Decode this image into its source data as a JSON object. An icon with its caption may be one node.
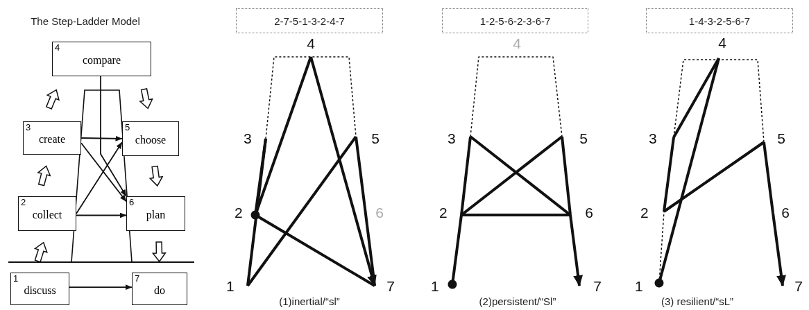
{
  "diagram": {
    "nodes": [
      {
        "text": [
          "4",
          "compare"
        ]
      },
      {
        "text": [
          "3",
          "create"
        ]
      },
      {
        "text": [
          "5",
          "choose"
        ]
      },
      {
        "text": [
          "2",
          "collect"
        ]
      },
      {
        "text": [
          "6",
          "plan"
        ]
      },
      {
        "text": [
          "1",
          "discuss"
        ]
      },
      {
        "text": [
          "7",
          "do"
        ]
      },
      {
        "text": [
          "2-7-5-1-3-2-4-7"
        ]
      },
      {
        "text": [
          "4"
        ]
      },
      {
        "text": [
          "3"
        ]
      },
      {
        "text": [
          "5"
        ]
      },
      {
        "text": [
          "2"
        ]
      },
      {
        "text": [
          "6"
        ]
      },
      {
        "text": [
          "1"
        ]
      },
      {
        "text": [
          "7"
        ]
      },
      {
        "text": [
          "1-2-5-6-2-3-6-7"
        ]
      },
      {
        "text": [
          "4"
        ]
      },
      {
        "text": [
          "3"
        ]
      },
      {
        "text": [
          "5"
        ]
      },
      {
        "text": [
          "2"
        ]
      },
      {
        "text": [
          "6"
        ]
      },
      {
        "text": [
          "1"
        ]
      },
      {
        "text": [
          "7"
        ]
      },
      {
        "text": [
          "1-4-3-2-5-6-7"
        ]
      },
      {
        "text": [
          "4"
        ]
      },
      {
        "text": [
          "3"
        ]
      },
      {
        "text": [
          "5"
        ]
      },
      {
        "text": [
          "2"
        ]
      },
      {
        "text": [
          "6"
        ]
      },
      {
        "text": [
          "1"
        ]
      },
      {
        "text": [
          "7"
        ]
      }
    ],
    "edges": [
      {
        "from": 5,
        "to": 3,
        "arrow": "to",
        "style": "thick"
      },
      {
        "from": 3,
        "to": 1,
        "arrow": "to",
        "style": "thick"
      },
      {
        "from": 1,
        "to": 0,
        "arrow": "to",
        "style": "thick"
      },
      {
        "from": 0,
        "to": 2,
        "arrow": "to",
        "style": "thick"
      },
      {
        "from": 2,
        "to": 4,
        "arrow": "to",
        "style": "thick"
      },
      {
        "from": 4,
        "to": 6,
        "arrow": "to",
        "style": "thick"
      },
      {
        "from": 1,
        "to": 2,
        "arrow": "to"
      },
      {
        "from": 0,
        "to": 4,
        "arrow": "to"
      },
      {
        "from": 1,
        "to": 4,
        "arrow": "to"
      },
      {
        "from": 3,
        "to": 2,
        "arrow": "to"
      },
      {
        "from": 3,
        "to": 4,
        "arrow": "to"
      },
      {
        "from": 5,
        "to": 6,
        "arrow": "to"
      },
      {
        "from": 11,
        "to": 14,
        "arrow": "other"
      },
      {
        "from": 14,
        "to": 10,
        "arrow": "none"
      },
      {
        "from": 10,
        "to": 13,
        "arrow": "none"
      },
      {
        "from": 13,
        "to": 9,
        "arrow": "none"
      },
      {
        "from": 9,
        "to": 11,
        "arrow": "none"
      },
      {
        "from": 11,
        "to": 8,
        "arrow": "none"
      },
      {
        "from": 8,
        "to": 14,
        "arrow": "to"
      },
      {
        "from": 9,
        "to": 10,
        "arrow": "none",
        "style": "dashed"
      },
      {
        "from": 21,
        "to": 19,
        "arrow": "other"
      },
      {
        "from": 19,
        "to": 18,
        "arrow": "none"
      },
      {
        "from": 18,
        "to": 20,
        "arrow": "none"
      },
      {
        "from": 20,
        "to": 19,
        "arrow": "none"
      },
      {
        "from": 19,
        "to": 17,
        "arrow": "none"
      },
      {
        "from": 17,
        "to": 20,
        "arrow": "none"
      },
      {
        "from": 20,
        "to": 22,
        "arrow": "to"
      },
      {
        "from": 17,
        "to": 18,
        "arrow": "none",
        "style": "dashed"
      },
      {
        "from": 29,
        "to": 24,
        "arrow": "other"
      },
      {
        "from": 24,
        "to": 25,
        "arrow": "none"
      },
      {
        "from": 25,
        "to": 27,
        "arrow": "none"
      },
      {
        "from": 27,
        "to": 26,
        "arrow": "none"
      },
      {
        "from": 26,
        "to": 28,
        "arrow": "none"
      },
      {
        "from": 28,
        "to": 30,
        "arrow": "to"
      },
      {
        "from": 25,
        "to": 26,
        "arrow": "none",
        "style": "dashed"
      },
      {
        "from": 29,
        "to": 27,
        "arrow": "none",
        "style": "dashed"
      }
    ],
    "labels": [
      "The Step-Ladder Model",
      "(1)inertial/“sl”",
      "(2)persistent/“Sl”",
      "(3) resilient/“sL”"
    ]
  }
}
